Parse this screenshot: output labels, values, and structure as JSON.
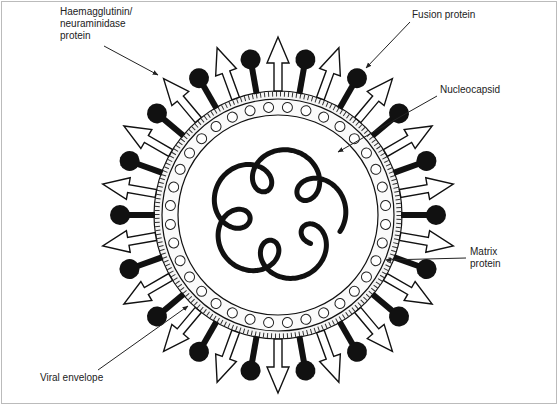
{
  "diagram": {
    "labels": [
      "Haemagglutinin/ neuraminidase protein",
      "Fusion protein",
      "Nucleocapsid",
      "Matrix protein",
      "Viral envelope"
    ]
  }
}
